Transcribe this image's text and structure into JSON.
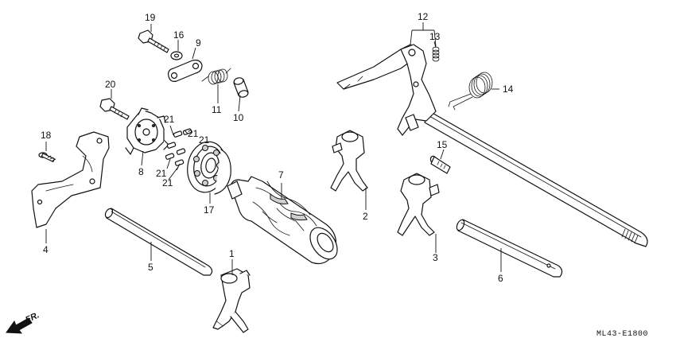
{
  "diagram": {
    "code": "ML43-E1800",
    "direction_label": "FR.",
    "callouts": [
      {
        "id": "1",
        "label": "1"
      },
      {
        "id": "2",
        "label": "2"
      },
      {
        "id": "3",
        "label": "3"
      },
      {
        "id": "4",
        "label": "4"
      },
      {
        "id": "5",
        "label": "5"
      },
      {
        "id": "6",
        "label": "6"
      },
      {
        "id": "7",
        "label": "7"
      },
      {
        "id": "8",
        "label": "8"
      },
      {
        "id": "9",
        "label": "9"
      },
      {
        "id": "10",
        "label": "10"
      },
      {
        "id": "11",
        "label": "11"
      },
      {
        "id": "12",
        "label": "12"
      },
      {
        "id": "13",
        "label": "13"
      },
      {
        "id": "14",
        "label": "14"
      },
      {
        "id": "15",
        "label": "15"
      },
      {
        "id": "16",
        "label": "16"
      },
      {
        "id": "17",
        "label": "17"
      },
      {
        "id": "18",
        "label": "18"
      },
      {
        "id": "19",
        "label": "19"
      },
      {
        "id": "20",
        "label": "20"
      },
      {
        "id": "21a",
        "label": "21"
      },
      {
        "id": "21b",
        "label": "21"
      },
      {
        "id": "21c",
        "label": "21"
      },
      {
        "id": "21d",
        "label": "21"
      },
      {
        "id": "21e",
        "label": "21"
      }
    ]
  }
}
